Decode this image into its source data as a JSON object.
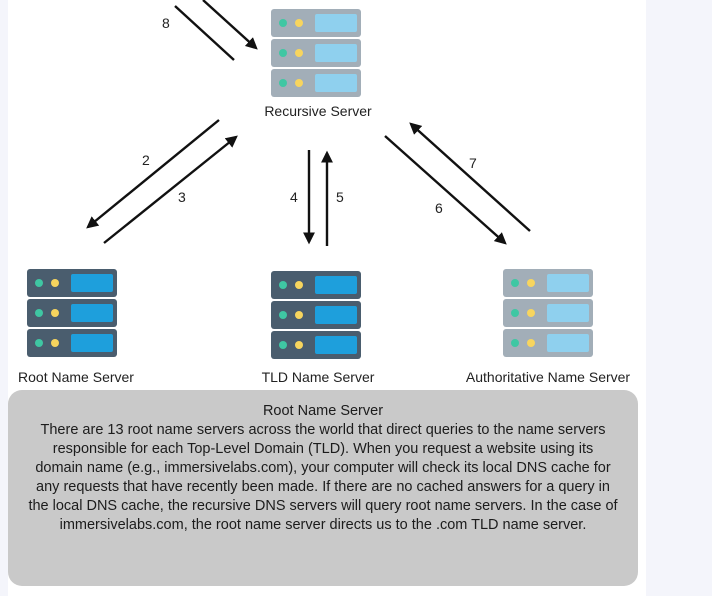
{
  "diagram": {
    "servers": {
      "recursive": {
        "label": "Recursive Server",
        "style": "faded"
      },
      "root": {
        "label": "Root Name Server",
        "style": "active"
      },
      "tld": {
        "label": "TLD Name Server",
        "style": "active"
      },
      "authoritative": {
        "label": "Authoritative Name Server",
        "style": "faded"
      }
    },
    "steps": [
      "2",
      "3",
      "4",
      "5",
      "6",
      "7",
      "8"
    ]
  },
  "info": {
    "title": "Root Name Server",
    "body": "There are 13 root name servers across the world that direct queries to the name servers responsible for each Top-Level Domain (TLD). When you request a website using its domain name (e.g., immersivelabs.com), your computer will check its local DNS cache for any requests that have recently been made. If there are no cached answers for a query in the local DNS cache, the recursive DNS servers will query root name servers. In the case of immersivelabs.com, the root name server directs us to the .com TLD name server."
  },
  "colors": {
    "active_chassis": "#4a5d6e",
    "active_bay": "#1e9fdc",
    "faded_chassis": "#a2aeb8",
    "faded_bay": "#8fd0ee",
    "led_green": "#3fc7a3",
    "led_yellow": "#f7d55e",
    "panel_bg": "#c9c9c9"
  }
}
